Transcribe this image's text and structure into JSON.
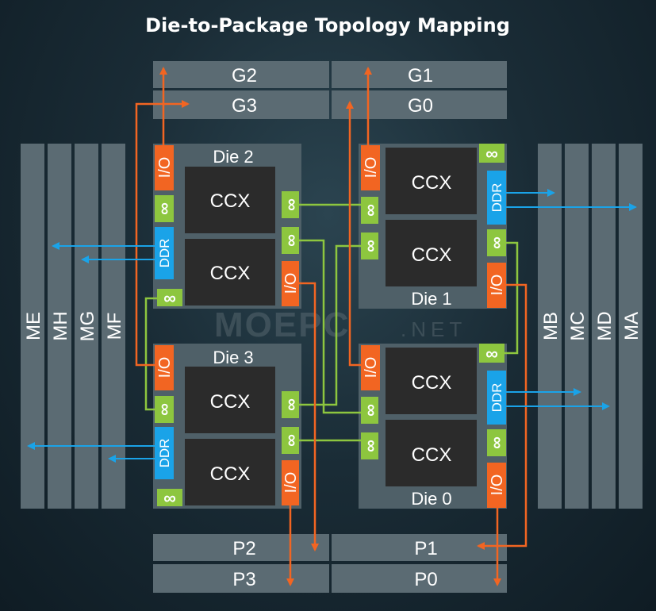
{
  "title": "Die-to-Package Topology Mapping",
  "package_top": {
    "left_upper": "G2",
    "left_lower": "G3",
    "right_upper": "G1",
    "right_lower": "G0"
  },
  "package_bottom": {
    "left_upper": "P2",
    "left_lower": "P3",
    "right_upper": "P1",
    "right_lower": "P0"
  },
  "memory_channels_left": [
    "ME",
    "MH",
    "MG",
    "MF"
  ],
  "memory_channels_right": [
    "MB",
    "MC",
    "MD",
    "MA"
  ],
  "dies": [
    {
      "name": "Die 2",
      "ccx": [
        "CCX",
        "CCX"
      ],
      "io": [
        "I/O",
        "I/O"
      ],
      "ddr": "DDR"
    },
    {
      "name": "Die 1",
      "ccx": [
        "CCX",
        "CCX"
      ],
      "io": [
        "I/O",
        "I/O"
      ],
      "ddr": "DDR"
    },
    {
      "name": "Die 3",
      "ccx": [
        "CCX",
        "CCX"
      ],
      "io": [
        "I/O",
        "I/O"
      ],
      "ddr": "DDR"
    },
    {
      "name": "Die 0",
      "ccx": [
        "CCX",
        "CCX"
      ],
      "io": [
        "I/O",
        "I/O"
      ],
      "ddr": "DDR"
    }
  ],
  "infinity_symbol": "∞",
  "watermark": {
    "main": "MOEPC",
    "suffix": ".NET"
  },
  "colors": {
    "io": "#f26522",
    "ddr": "#1aa3e8",
    "infinity_fabric": "#8dc63f",
    "ccx": "#2b2b2b",
    "die": "#4f6068",
    "bar": "#5b6b73",
    "memory": "#5b6b73"
  }
}
